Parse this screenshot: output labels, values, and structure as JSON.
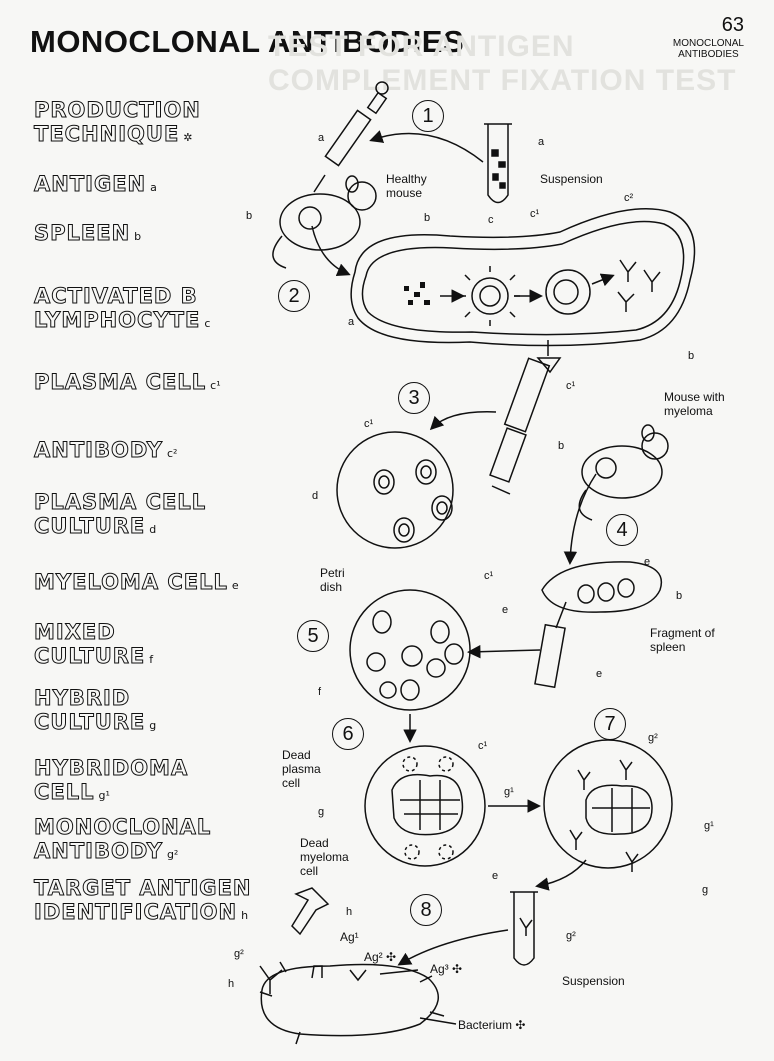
{
  "header": {
    "title": "MONOCLONAL ANTIBODIES",
    "page_number": "63",
    "category_line1": "MONOCLONAL",
    "category_line2": "ANTIBODIES",
    "ghost_line1": "TEST FOR ANTIGEN",
    "ghost_line2": "COMPLEMENT FIXATION TEST"
  },
  "sidebar": {
    "production_line1": "PRODUCTION",
    "production_line2": "TECHNIQUE",
    "production_mark": "✲",
    "items": [
      {
        "line1": "ANTIGEN",
        "line2": "",
        "sub": "a"
      },
      {
        "line1": "SPLEEN",
        "line2": "",
        "sub": "b"
      },
      {
        "line1": "ACTIVATED B",
        "line2": "LYMPHOCYTE",
        "sub": "c"
      },
      {
        "line1": "PLASMA CELL",
        "line2": "",
        "sub": "c¹"
      },
      {
        "line1": "ANTIBODY",
        "line2": "",
        "sub": "c²"
      },
      {
        "line1": "PLASMA CELL",
        "line2": "CULTURE",
        "sub": "d"
      },
      {
        "line1": "MYELOMA CELL",
        "line2": "",
        "sub": "e"
      },
      {
        "line1": "MIXED",
        "line2": "CULTURE",
        "sub": "f"
      },
      {
        "line1": "HYBRID",
        "line2": "CULTURE",
        "sub": "g"
      },
      {
        "line1": "HYBRIDOMA",
        "line2": "CELL",
        "sub": "g¹"
      },
      {
        "line1": "MONOCLONAL",
        "line2": "ANTIBODY",
        "sub": "g²"
      },
      {
        "line1": "TARGET ANTIGEN",
        "line2": "IDENTIFICATION",
        "sub": "h"
      }
    ]
  },
  "diagram": {
    "steps": [
      "1",
      "2",
      "3",
      "4",
      "5",
      "6",
      "7",
      "8"
    ],
    "labels": {
      "healthy_mouse_1": "Healthy",
      "healthy_mouse_2": "mouse",
      "suspension_top": "Suspension",
      "mouse_myeloma_1": "Mouse with",
      "mouse_myeloma_2": "myeloma",
      "petri_1": "Petri",
      "petri_2": "dish",
      "fragment_1": "Fragment of",
      "fragment_2": "spleen",
      "dead_plasma_1": "Dead",
      "dead_plasma_2": "plasma",
      "dead_plasma_3": "cell",
      "dead_myeloma_1": "Dead",
      "dead_myeloma_2": "myeloma",
      "dead_myeloma_3": "cell",
      "suspension_bottom": "Suspension",
      "bacterium": "Bacterium ✣",
      "ag1": "Ag¹",
      "ag2": "Ag² ✣",
      "ag3": "Ag³ ✣"
    },
    "letters": {
      "a": "a",
      "b": "b",
      "c": "c",
      "c1": "c¹",
      "c2": "c²",
      "d": "d",
      "e": "e",
      "f": "f",
      "g": "g",
      "g1": "g¹",
      "g2": "g²",
      "h": "h"
    }
  }
}
